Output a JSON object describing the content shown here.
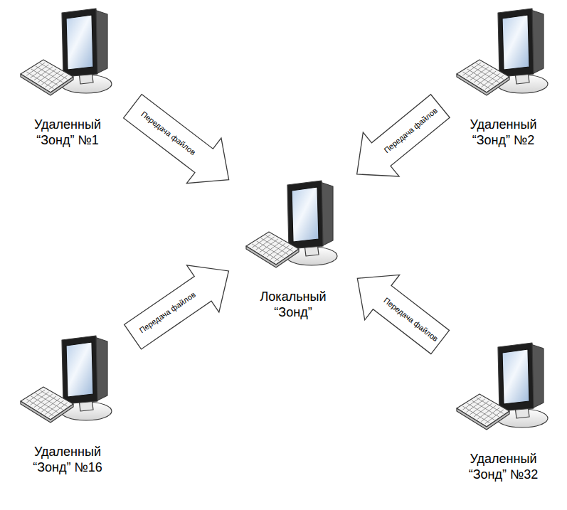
{
  "diagram": {
    "nodes": [
      {
        "text": [
          "Удаленный “Зонд” №1"
        ]
      },
      {
        "text": [
          "Удаленный “Зонд” №2"
        ]
      },
      {
        "text": [
          "Локальный “Зонд”"
        ]
      },
      {
        "text": [
          "Удаленный “Зонд” №16"
        ]
      },
      {
        "text": [
          "Удаленный “Зонд” №32"
        ]
      }
    ],
    "edges": [
      {
        "from": 0,
        "to": 2,
        "label": "Передача файлов",
        "arrow": "to"
      },
      {
        "from": 1,
        "to": 2,
        "label": "Передача файлов",
        "arrow": "to"
      },
      {
        "from": 3,
        "to": 2,
        "label": "Передача файлов",
        "arrow": "to"
      },
      {
        "from": 4,
        "to": 2,
        "label": "Передача файлов",
        "arrow": "to"
      }
    ]
  }
}
